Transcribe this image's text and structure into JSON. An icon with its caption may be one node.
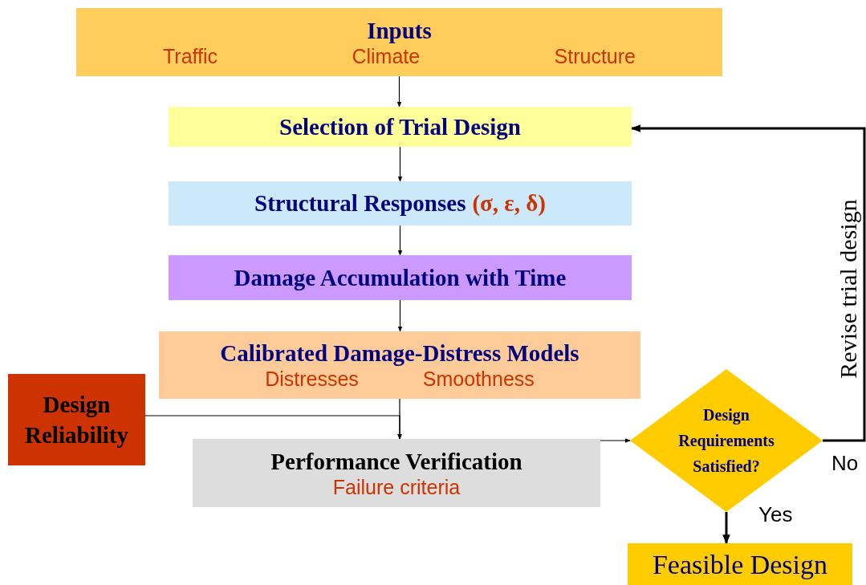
{
  "diagram": {
    "nodes": [
      {
        "text": [
          "Inputs",
          "Traffic",
          "Climate",
          "Structure"
        ]
      },
      {
        "text": [
          "Selection of Trial Design"
        ]
      },
      {
        "text": [
          "Structural Responses",
          "(σ, ε, δ)"
        ]
      },
      {
        "text": [
          "Damage Accumulation with Time"
        ]
      },
      {
        "text": [
          "Calibrated Damage-Distress Models",
          "Distresses",
          "Smoothness"
        ]
      },
      {
        "text": [
          "Design Reliability"
        ]
      },
      {
        "text": [
          "Performance Verification",
          "Failure criteria"
        ]
      },
      {
        "text": [
          "Design Requirements Satisfied?"
        ]
      },
      {
        "text": [
          "Feasible Design"
        ]
      }
    ],
    "edges": [
      {
        "from": 0,
        "to": 1,
        "arrow": "to"
      },
      {
        "from": 1,
        "to": 2,
        "arrow": "to"
      },
      {
        "from": 2,
        "to": 3,
        "arrow": "to"
      },
      {
        "from": 3,
        "to": 4,
        "arrow": "to"
      },
      {
        "from": 4,
        "to": 6,
        "arrow": "to"
      },
      {
        "from": 5,
        "to": 6,
        "arrow": "to"
      },
      {
        "from": 6,
        "to": 7,
        "arrow": "to"
      },
      {
        "from": 7,
        "to": 8,
        "arrow": "to",
        "label": "Yes",
        "style": "thick"
      },
      {
        "from": 7,
        "to": 1,
        "arrow": "to",
        "label": "No",
        "style": "thick"
      }
    ],
    "labels": [
      "Revise trial design"
    ]
  }
}
